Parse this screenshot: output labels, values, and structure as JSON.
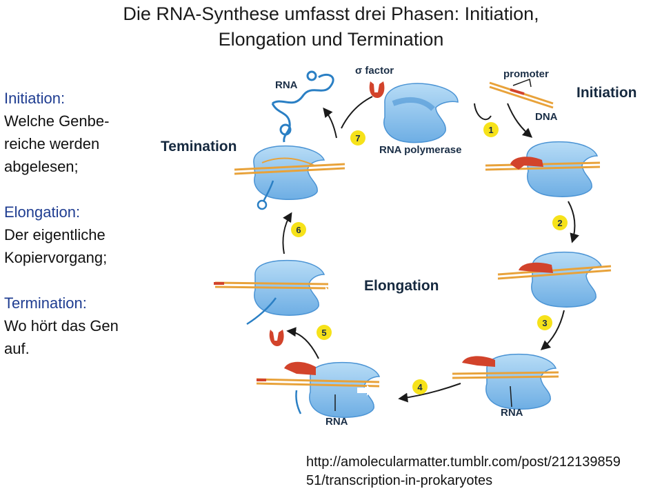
{
  "title": {
    "line1": "Die RNA-Synthese umfasst drei Phasen: Initiation,",
    "line2": "Elongation und Termination"
  },
  "left": {
    "initiation_head": "Initiation:",
    "initiation_text1": "Welche Genbe-",
    "initiation_text2": "reiche werden",
    "initiation_text3": "abgelesen;",
    "elongation_head": "Elongation:",
    "elongation_text1": "Der eigentliche",
    "elongation_text2": "Kopiervorgang;",
    "termination_head": "Termination:",
    "termination_text1": "Wo hört das Gen",
    "termination_text2": "auf."
  },
  "diagram": {
    "labels": {
      "rna_top": "RNA",
      "sigma": "σ factor",
      "promoter": "promoter",
      "dna": "DNA",
      "polymerase": "RNA polymerase",
      "rna_bottom_left": "RNA",
      "rna_bottom_right": "RNA"
    },
    "phases": {
      "initiation": "Initiation",
      "elongation": "Elongation",
      "termination": "Temination"
    },
    "steps": [
      "1",
      "2",
      "3",
      "4",
      "5",
      "6",
      "7"
    ],
    "colors": {
      "polymerase": "#8ec6ee",
      "polymerase_dark": "#4a93d4",
      "sigma": "#d2432b",
      "dna": "#e8a23a",
      "rna": "#2a7fc4",
      "badge": "#f6e21a"
    }
  },
  "source": {
    "line1": "http://amolecularmatter.tumblr.com/post/212139859",
    "line2": "51/transcription-in-prokaryotes"
  }
}
